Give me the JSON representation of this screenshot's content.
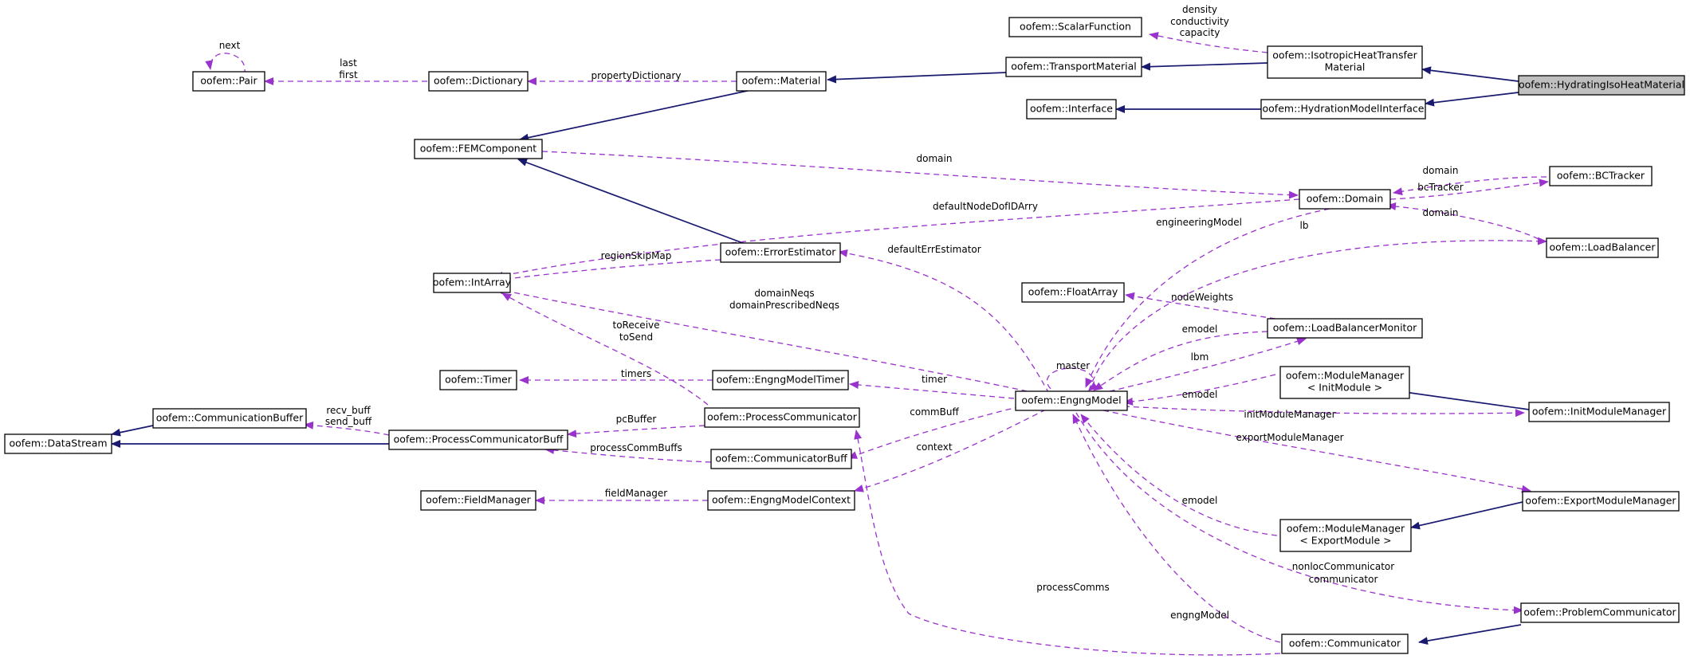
{
  "colors": {
    "inheritance": "#191970",
    "usage": "#9a32cd",
    "focus_fill": "#bfbfbf",
    "box_border": "#000000"
  },
  "nodes": {
    "hydrating": "oofem::HydratingIsoHeatMaterial",
    "isoheat_1": "oofem::IsotropicHeatTransfer",
    "isoheat_2": "Material",
    "hydration_iface": "oofem::HydrationModelInterface",
    "scalarfn": "oofem::ScalarFunction",
    "transport": "oofem::TransportMaterial",
    "interface": "oofem::Interface",
    "material": "oofem::Material",
    "dictionary": "oofem::Dictionary",
    "pair": "oofem::Pair",
    "femcomp": "oofem::FEMComponent",
    "domain": "oofem::Domain",
    "bctracker": "oofem::BCTracker",
    "loadbalancer": "oofem::LoadBalancer",
    "errest": "oofem::ErrorEstimator",
    "intarray": "oofem::IntArray",
    "floatarray": "oofem::FloatArray",
    "lbmonitor": "oofem::LoadBalancerMonitor",
    "modmgr_init_1": "oofem::ModuleManager",
    "modmgr_init_2": "< InitModule >",
    "initmodmgr": "oofem::InitModuleManager",
    "timer": "oofem::Timer",
    "emtimer": "oofem::EngngModelTimer",
    "engngmodel": "oofem::EngngModel",
    "procomm": "oofem::ProcessCommunicator",
    "commbuffer": "oofem::CommunicationBuffer",
    "datastream": "oofem::DataStream",
    "pcbuff": "oofem::ProcessCommunicatorBuff",
    "commbuff": "oofem::CommunicatorBuff",
    "exportmodmgr": "oofem::ExportModuleManager",
    "fieldmgr": "oofem::FieldManager",
    "emcontext": "oofem::EngngModelContext",
    "modmgr_export_1": "oofem::ModuleManager",
    "modmgr_export_2": "< ExportModule >",
    "problemcomm": "oofem::ProblemCommunicator",
    "communicator": "oofem::Communicator"
  },
  "edge_labels": {
    "density": "density",
    "conductivity": "conductivity",
    "capacity": "capacity",
    "next": "next",
    "last": "last",
    "first": "first",
    "propertyDictionary": "propertyDictionary",
    "domain_fem": "domain",
    "domain_bc": "domain",
    "bcTracker": "bcTracker",
    "defaultNodeDofIDArry": "defaultNodeDofIDArry",
    "engineeringModel": "engineeringModel",
    "lb": "lb",
    "domain_lb": "domain",
    "regionSkipMap": "regionSkipMap",
    "defaultErrEstimator": "defaultErrEstimator",
    "nodeWeights": "nodeWeights",
    "domainNeqs": "domainNeqs",
    "domainPrescribedNeqs": "domainPrescribedNeqs",
    "emodel_lbm": "emodel",
    "lbm": "lbm",
    "toReceive": "toReceive",
    "toSend": "toSend",
    "master": "master",
    "emodel_init": "emodel",
    "timers": "timers",
    "timer": "timer",
    "initModuleManager": "initModuleManager",
    "recv_buff": "recv_buff",
    "send_buff": "send_buff",
    "pcBuffer": "pcBuffer",
    "commBuff": "commBuff",
    "exportModuleManager": "exportModuleManager",
    "processCommBuffs": "processCommBuffs",
    "context": "context",
    "fieldManager": "fieldManager",
    "emodel_export": "emodel",
    "nonlocCommunicator": "nonlocCommunicator",
    "communicator": "communicator",
    "processComms": "processComms",
    "engngModel": "engngModel"
  }
}
